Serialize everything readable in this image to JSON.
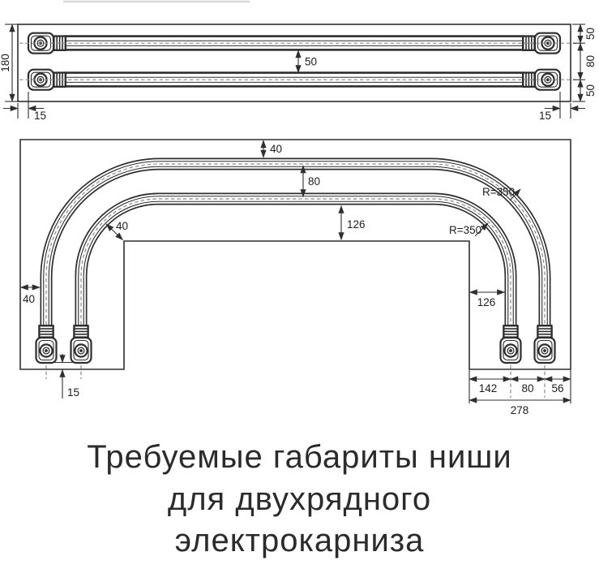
{
  "colors": {
    "line": "#2f2f2f",
    "dash": "#8a8a8a",
    "caption_text": "#2b2b2b",
    "artifact_line": "#d8d8d8"
  },
  "caption": {
    "line1": "Требуемые габариты ниши",
    "line2": "для двухрядного",
    "line3": "электрокарниза"
  },
  "top_view": {
    "total_height": "180",
    "rail_gap": "50",
    "right_upper": "50",
    "right_middle": "80",
    "right_lower": "50",
    "left_inset": "15",
    "right_inset": "15"
  },
  "niche_view": {
    "top_clearance": "40",
    "rail_spacing": "80",
    "front_clearance": "126",
    "corner_clearance": "40",
    "side_wall_clearance": "40",
    "outer_radius": "R=350",
    "inner_radius": "R=350",
    "motor_bottom_gap": "15",
    "inner_side_clearance": "126",
    "seg_left": "142",
    "seg_mid": "80",
    "seg_right": "56",
    "total_depth": "278"
  }
}
